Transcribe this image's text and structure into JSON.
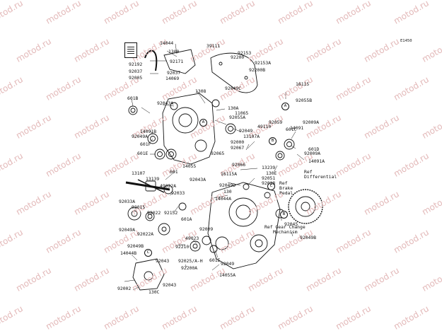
{
  "diagram_code": "E1450",
  "watermark_text": "motod.ru",
  "callouts": [
    "A",
    "B",
    "C"
  ],
  "notes": {
    "ref_brake": [
      "Ref",
      "Brake",
      "Pedal"
    ],
    "ref_differential": [
      "Ref",
      "Differential"
    ],
    "ref_gear_change": [
      "Ref Gear Change",
      "Mechanism"
    ]
  },
  "parts": [
    "14044",
    "1300",
    "92153",
    "39111",
    "92200",
    "92192",
    "92171",
    "92037",
    "92037",
    "92005",
    "14069",
    "1308",
    "92153A",
    "92200B",
    "16115",
    "92055B",
    "601B",
    "92049C",
    "92043A",
    "130A",
    "11065",
    "92055A",
    "14091B",
    "92049A",
    "92009A",
    "49110",
    "92059",
    "601C",
    "14091",
    "601F",
    "92049",
    "601E",
    "601",
    "92067",
    "92065",
    "14055",
    "92043A",
    "92000",
    "92066",
    "13107A",
    "13239",
    "130E",
    "16115A",
    "92051",
    "92028",
    "601D",
    "92009A",
    "14091A",
    "13107",
    "13139",
    "49022A",
    "92049D",
    "130",
    "14044A",
    "92033",
    "92033A",
    "92015",
    "92022",
    "92152",
    "601A",
    "92022A",
    "92049A",
    "92009",
    "49023",
    "92210",
    "92049B",
    "92045",
    "601E",
    "92049B",
    "14044B",
    "92043",
    "92025/A-H",
    "92200A",
    "92049",
    "14055A",
    "92043",
    "92002",
    "130C"
  ]
}
